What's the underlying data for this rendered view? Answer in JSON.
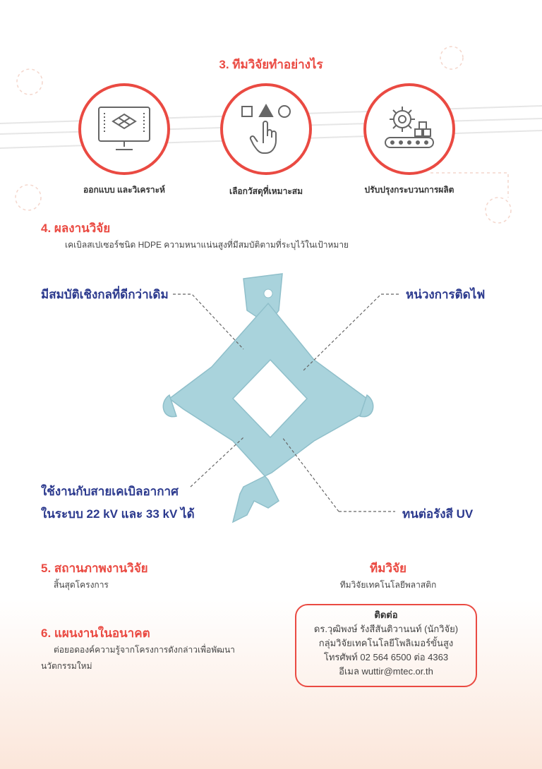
{
  "section3": {
    "title": "3. ทีมวิจัยทำอย่างไร",
    "steps": [
      {
        "label": "ออกแบบ และวิเคราะห์",
        "icon": "computer-design-icon"
      },
      {
        "label": "เลือกวัสดุที่เหมาะสม",
        "icon": "hand-shapes-icon"
      },
      {
        "label": "ปรับปรุงกระบวนการผลิต",
        "icon": "gear-conveyor-icon"
      }
    ]
  },
  "section4": {
    "title": "4. ผลงานวิจัย",
    "desc": "เคเบิลสเปเซอร์ชนิด HDPE ความหนาแน่นสูงที่มีสมบัติตามที่ระบุไว้ในเป้าหมาย",
    "callouts": {
      "top_left": "มีสมบัติเชิงกลที่ดีกว่าเดิม",
      "top_right": "หน่วงการติดไฟ",
      "bottom_left_1": "ใช้งานกับสายเคเบิลอากาศ",
      "bottom_left_2": "ในระบบ 22 kV และ 33 kV ได้",
      "bottom_right": "ทนต่อรังสี UV"
    }
  },
  "section5": {
    "title": "5. สถานภาพงานวิจัย",
    "desc": "สิ้นสุดโครงการ"
  },
  "section6": {
    "title": "6. แผนงานในอนาคต",
    "desc": "ต่อยอดองค์ความรู้จากโครงการดังกล่าวเพื่อพัฒนา",
    "desc2": "นวัตกรรมใหม่"
  },
  "team": {
    "title": "ทีมวิจัย",
    "name": "ทีมวิจัยเทคโนโลยีพลาสติก"
  },
  "contact": {
    "title": "ติดต่อ",
    "person": "ดร.วุฒิพงษ์ รังสีสันติวานนท์ (นักวิจัย)",
    "group": "กลุ่มวิจัยเทคโนโลยีโพลิเมอร์ขั้นสูง",
    "phone": "โทรศัพท์ 02 564 6500 ต่อ 4363",
    "email": "อีเมล wuttir@mtec.or.th"
  },
  "colors": {
    "accent": "#ea4a42",
    "navy": "#2c3a8e",
    "part": "#a9d3dc"
  }
}
